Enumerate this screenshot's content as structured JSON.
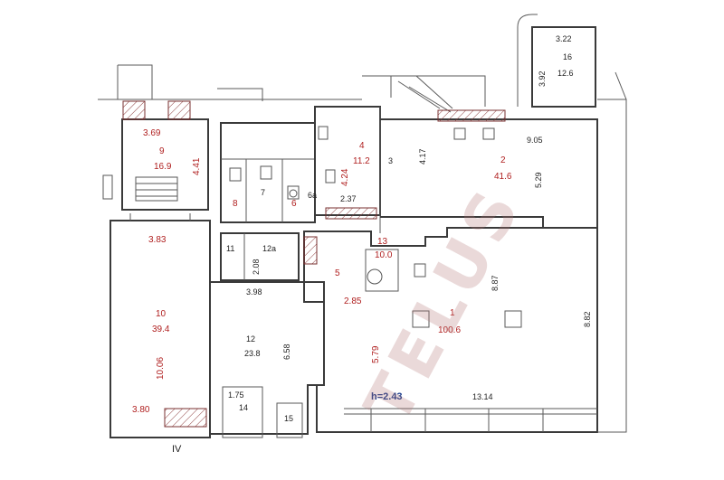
{
  "rooms": [
    {
      "id": "1",
      "area": "100.6"
    },
    {
      "id": "2",
      "area": "41.6"
    },
    {
      "id": "3",
      "area": ""
    },
    {
      "id": "4",
      "area": "11.2"
    },
    {
      "id": "5",
      "area": ""
    },
    {
      "id": "6",
      "area": ""
    },
    {
      "id": "6a",
      "area": ""
    },
    {
      "id": "7",
      "area": ""
    },
    {
      "id": "8",
      "area": ""
    },
    {
      "id": "9",
      "area": "16.9"
    },
    {
      "id": "10",
      "area": "39.4"
    },
    {
      "id": "11",
      "area": ""
    },
    {
      "id": "12",
      "area": "23.8"
    },
    {
      "id": "12a",
      "area": ""
    },
    {
      "id": "13",
      "area": "10.0"
    },
    {
      "id": "14",
      "area": ""
    },
    {
      "id": "15",
      "area": ""
    },
    {
      "id": "16",
      "area": "12.6"
    }
  ],
  "dimensions": [
    "3.22",
    "3.92",
    "3.69",
    "4.41",
    "9.05",
    "5.29",
    "4.17",
    "4.24",
    "2.37",
    "3.83",
    "2.08",
    "3.98",
    "8.87",
    "8.82",
    "2.85",
    "6.58",
    "5.79",
    "10.06",
    "3.80",
    "1.75",
    "13.14"
  ],
  "height_label": "h=2.43",
  "axis_label": "IV",
  "watermark": "TELUS"
}
